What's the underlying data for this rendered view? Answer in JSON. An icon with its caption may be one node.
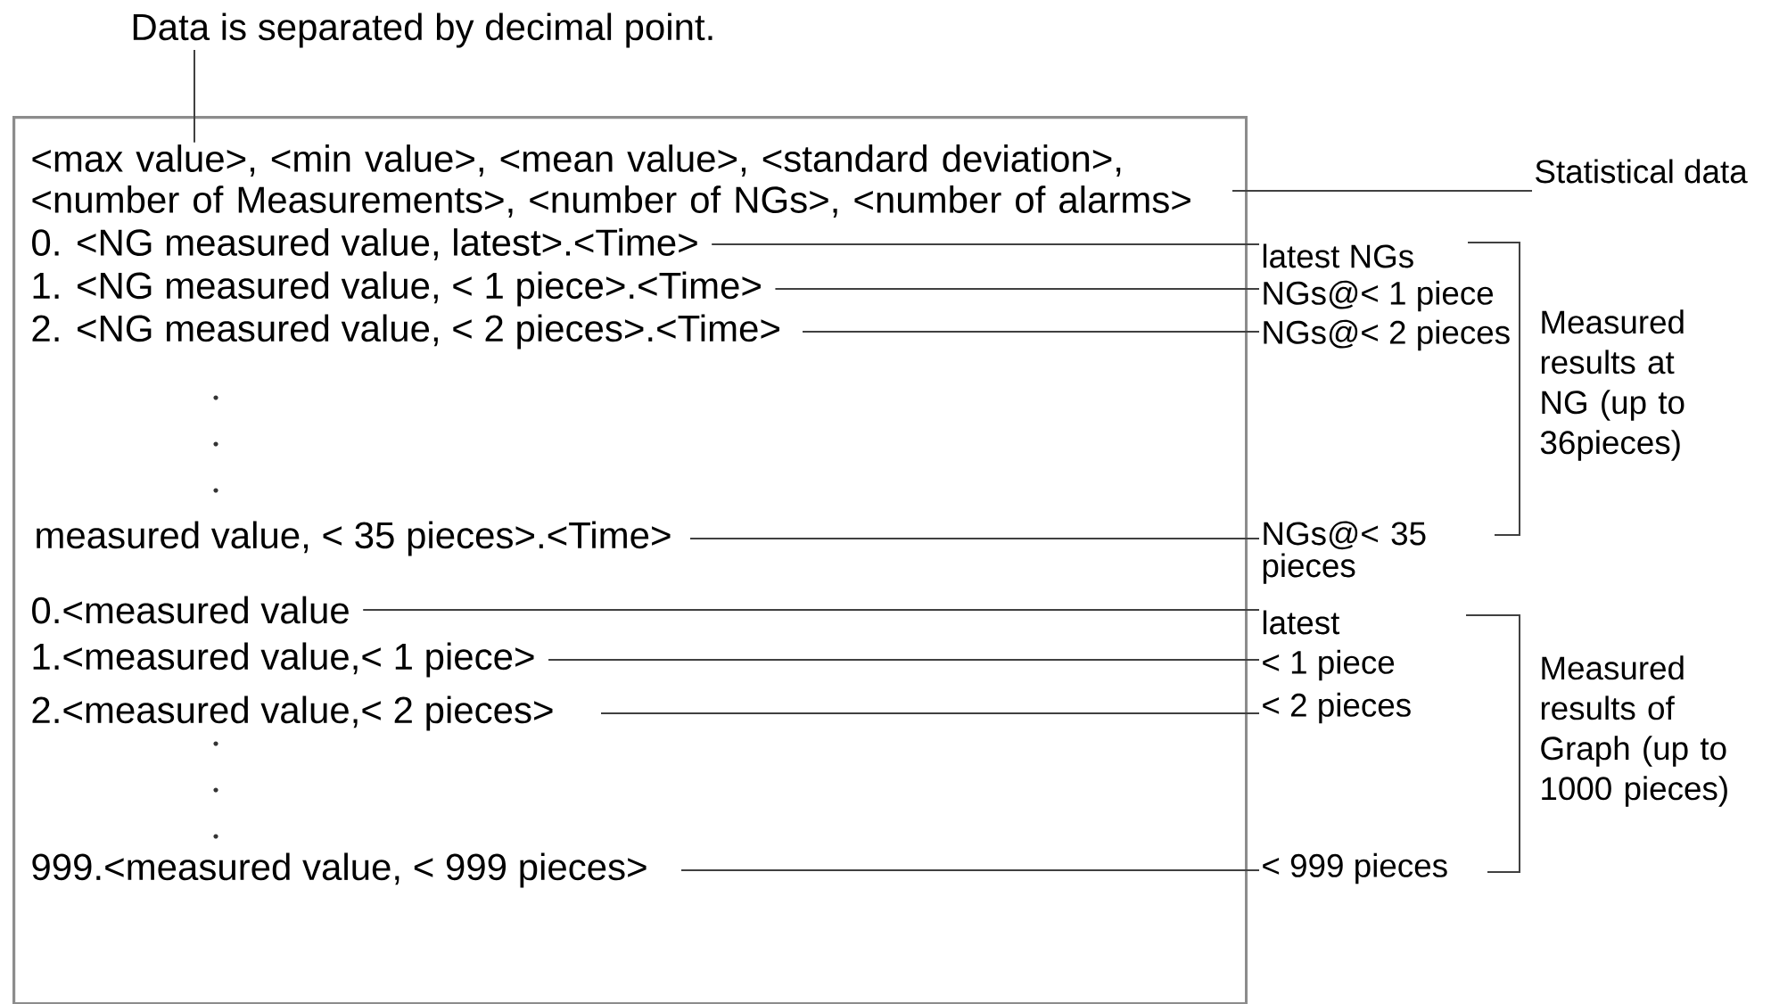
{
  "diagram": {
    "nodes": [
      {
        "text": [],
        "shape": "box"
      },
      {
        "text": [
          "Data is separated by decimal point."
        ]
      },
      {
        "text": [
          "<max value>, <min value>, <mean value>, <standard deviation>, <number of Measurements>, <number of NGs>, <number of alarms>"
        ],
        "in": 0
      },
      {
        "text": [
          "0. <NG measured value, latest>.<Time>"
        ],
        "in": 0
      },
      {
        "text": [
          "1. <NG measured value, < 1 piece>.<Time>"
        ],
        "in": 0
      },
      {
        "text": [
          "2. <NG measured value, < 2 pieces>.<Time>"
        ],
        "in": 0
      },
      {
        "text": [
          "measured value, < 35 pieces>.<Time>"
        ],
        "in": 0
      },
      {
        "text": [
          "0.<measured value"
        ],
        "in": 0
      },
      {
        "text": [
          "1.<measured value,< 1 piece>"
        ],
        "in": 0
      },
      {
        "text": [
          "2.<measured value,< 2 pieces>"
        ],
        "in": 0
      },
      {
        "text": [
          "999.<measured value, < 999 pieces>"
        ],
        "in": 0
      },
      {
        "text": [
          "Statistical data"
        ]
      },
      {
        "text": [
          "latest NGs"
        ]
      },
      {
        "text": [
          "NGs@< 1 piece"
        ]
      },
      {
        "text": [
          "NGs@< 2 pieces"
        ]
      },
      {
        "text": [
          "NGs@< 35 pieces"
        ]
      },
      {
        "text": [
          "latest"
        ]
      },
      {
        "text": [
          "< 1 piece"
        ]
      },
      {
        "text": [
          "< 2 pieces"
        ]
      },
      {
        "text": [
          "< 999 pieces"
        ]
      },
      {
        "text": [
          "Measured results at NG (up to 36pieces)"
        ]
      },
      {
        "text": [
          "Measured results of Graph (up to 1000 pieces)"
        ]
      }
    ],
    "edges": [
      {
        "from": 1,
        "to": 2,
        "arrow": "none"
      },
      {
        "from": 2,
        "to": 11,
        "arrow": "none"
      },
      {
        "from": 3,
        "to": 12,
        "arrow": "none"
      },
      {
        "from": 4,
        "to": 13,
        "arrow": "none"
      },
      {
        "from": 5,
        "to": 14,
        "arrow": "none"
      },
      {
        "from": 6,
        "to": 15,
        "arrow": "none"
      },
      {
        "from": 7,
        "to": 16,
        "arrow": "none"
      },
      {
        "from": 8,
        "to": 17,
        "arrow": "none"
      },
      {
        "from": 9,
        "to": 18,
        "arrow": "none"
      },
      {
        "from": 10,
        "to": 19,
        "arrow": "none"
      }
    ]
  }
}
